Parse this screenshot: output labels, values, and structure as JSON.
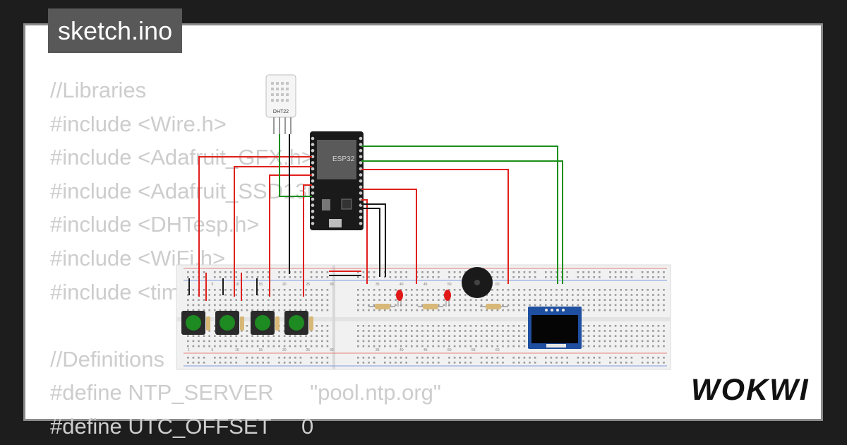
{
  "title": "sketch.ino",
  "brand": "WOKWI",
  "code_lines": [
    "//Libraries",
    "#include <Wire.h>",
    "#include <Adafruit_GFX.h>",
    "#include <Adafruit_SSD1306.h>",
    "#include <DHTesp.h>",
    "#include <WiFi.h>",
    "#include <time.h>",
    "",
    "//Definitions",
    "#define NTP_SERVER      \"pool.ntp.org\"",
    "#define UTC_OFFSET     0"
  ],
  "components": {
    "sensor_label": "DHT22",
    "mcu_label": "ESP32",
    "oled_label": "SSD1306 OLED",
    "breadboard_numbers": [
      "1",
      "5",
      "10",
      "15",
      "20",
      "25",
      "30",
      "35",
      "40",
      "45",
      "50",
      "55",
      "60"
    ]
  },
  "colors": {
    "background": "#1d1d1d",
    "wire_red": "#e0201b",
    "wire_green": "#1a8f1a",
    "wire_black": "#1a1a1a",
    "button_green": "#1e8a22",
    "oled_blue": "#1e4fa0"
  }
}
